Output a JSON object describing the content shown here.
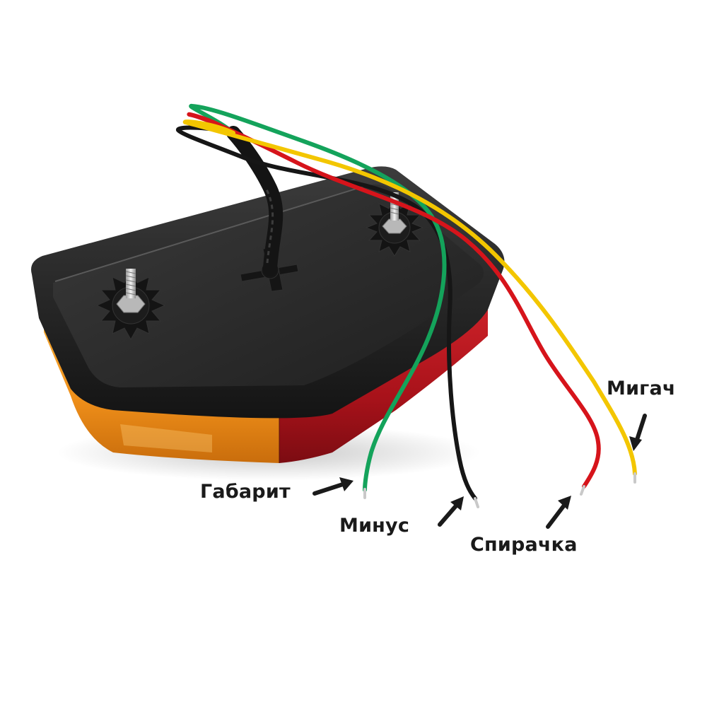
{
  "labels": {
    "gabarit": "Габарит",
    "minus": "Минус",
    "spirachka": "Спирачка",
    "migach": "Мигач"
  },
  "colors": {
    "background": "#ffffff",
    "housing": "#2a2a2a",
    "lens_amber": "#f29a1e",
    "lens_red": "#b3141c",
    "wire_green": "#15a05a",
    "wire_black": "#1a1a1a",
    "wire_red": "#d4141a",
    "wire_yellow": "#f2c400",
    "label_text": "#1a1a1a"
  }
}
